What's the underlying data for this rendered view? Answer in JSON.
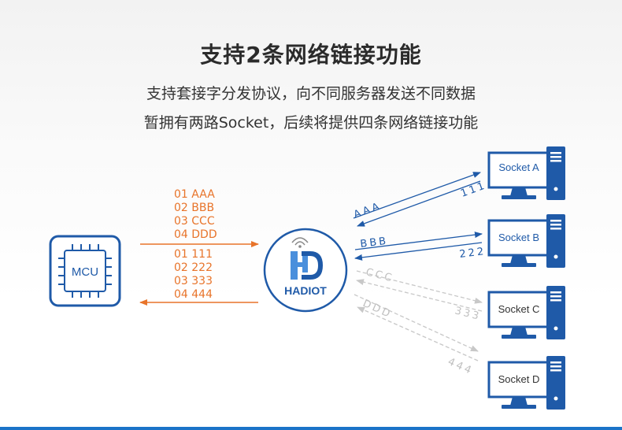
{
  "title": "支持2条网络链接功能",
  "subtitle_line1": "支持套接字分发协议，向不同服务器发送不同数据",
  "subtitle_line2": "暂拥有两路Socket，后续将提供四条网络链接功能",
  "mcu_label": "MCU",
  "device_label": "HADIOT",
  "device_logo_text": "HD",
  "uplink_codes": [
    "01 AAA",
    "02 BBB",
    "03 CCC",
    "04 DDD"
  ],
  "downlink_codes": [
    "01 111",
    "02 222",
    "03 333",
    "04 444"
  ],
  "sockets": [
    "Socket A",
    "Socket B",
    "Socket C",
    "Socket D"
  ],
  "links": [
    {
      "send": "AAA",
      "receive": "111",
      "active": true
    },
    {
      "send": "BBB",
      "receive": "222",
      "active": true
    },
    {
      "send": "CCC",
      "receive": "333",
      "active": false
    },
    {
      "send": "DDD",
      "receive": "444",
      "active": false
    }
  ],
  "colors": {
    "primary_blue": "#1f5aa8",
    "orange": "#e8742a",
    "inactive_gray": "#c8c8c8",
    "title": "#2b2b2b"
  },
  "icons": {
    "mcu": "chip-icon",
    "device": "hadiot-logo-icon",
    "server": "desktop-computer-icon"
  }
}
